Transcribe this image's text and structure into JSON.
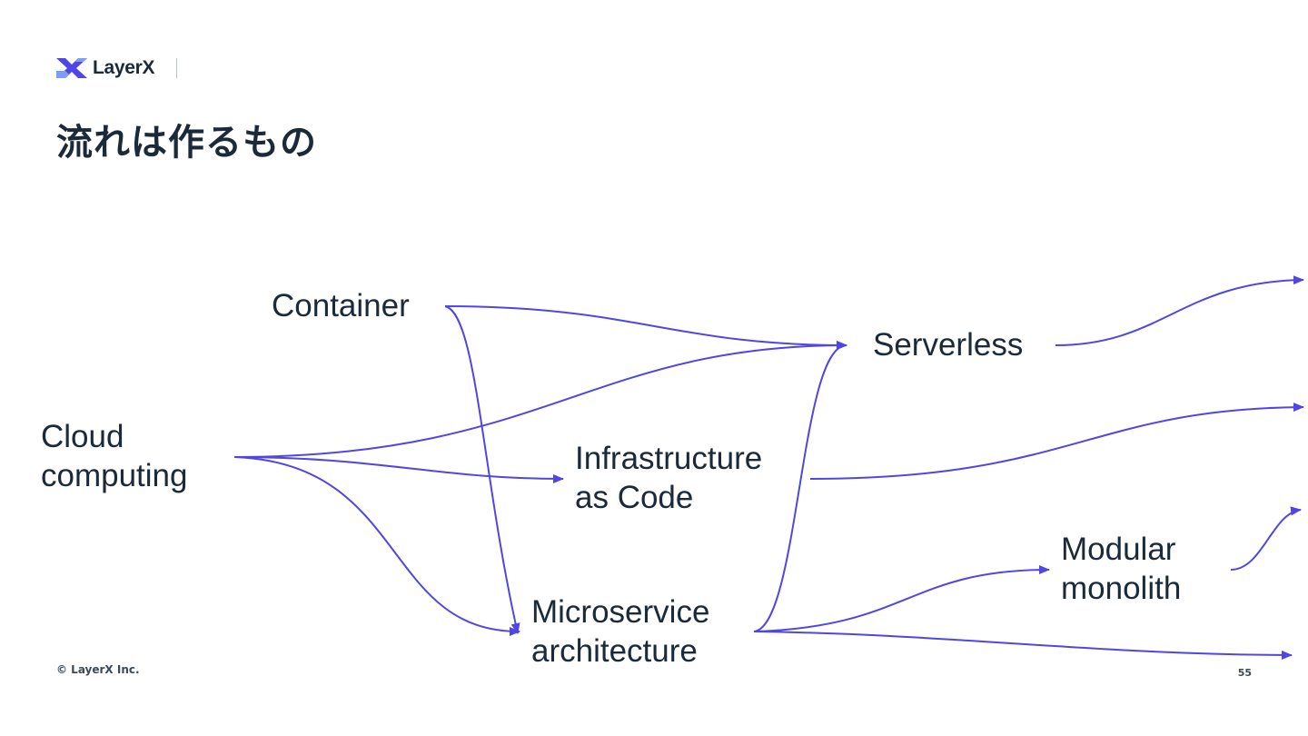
{
  "header": {
    "logo_icon": "layerx-logo-icon",
    "logo_text": "LayerX"
  },
  "title": "流れは作るもの",
  "nodes": {
    "container": "Container",
    "cloud_line1": "Cloud",
    "cloud_line2": "computing",
    "serverless": "Serverless",
    "iac_line1": "Infrastructure",
    "iac_line2": "as Code",
    "micro_line1": "Microservice",
    "micro_line2": "architecture",
    "modular_line1": "Modular",
    "modular_line2": "monolith"
  },
  "footer": {
    "copyright": "© LayerX Inc.",
    "page_number": "55"
  },
  "colors": {
    "arrow": "#4f46e5",
    "text": "#1a2a3a"
  }
}
